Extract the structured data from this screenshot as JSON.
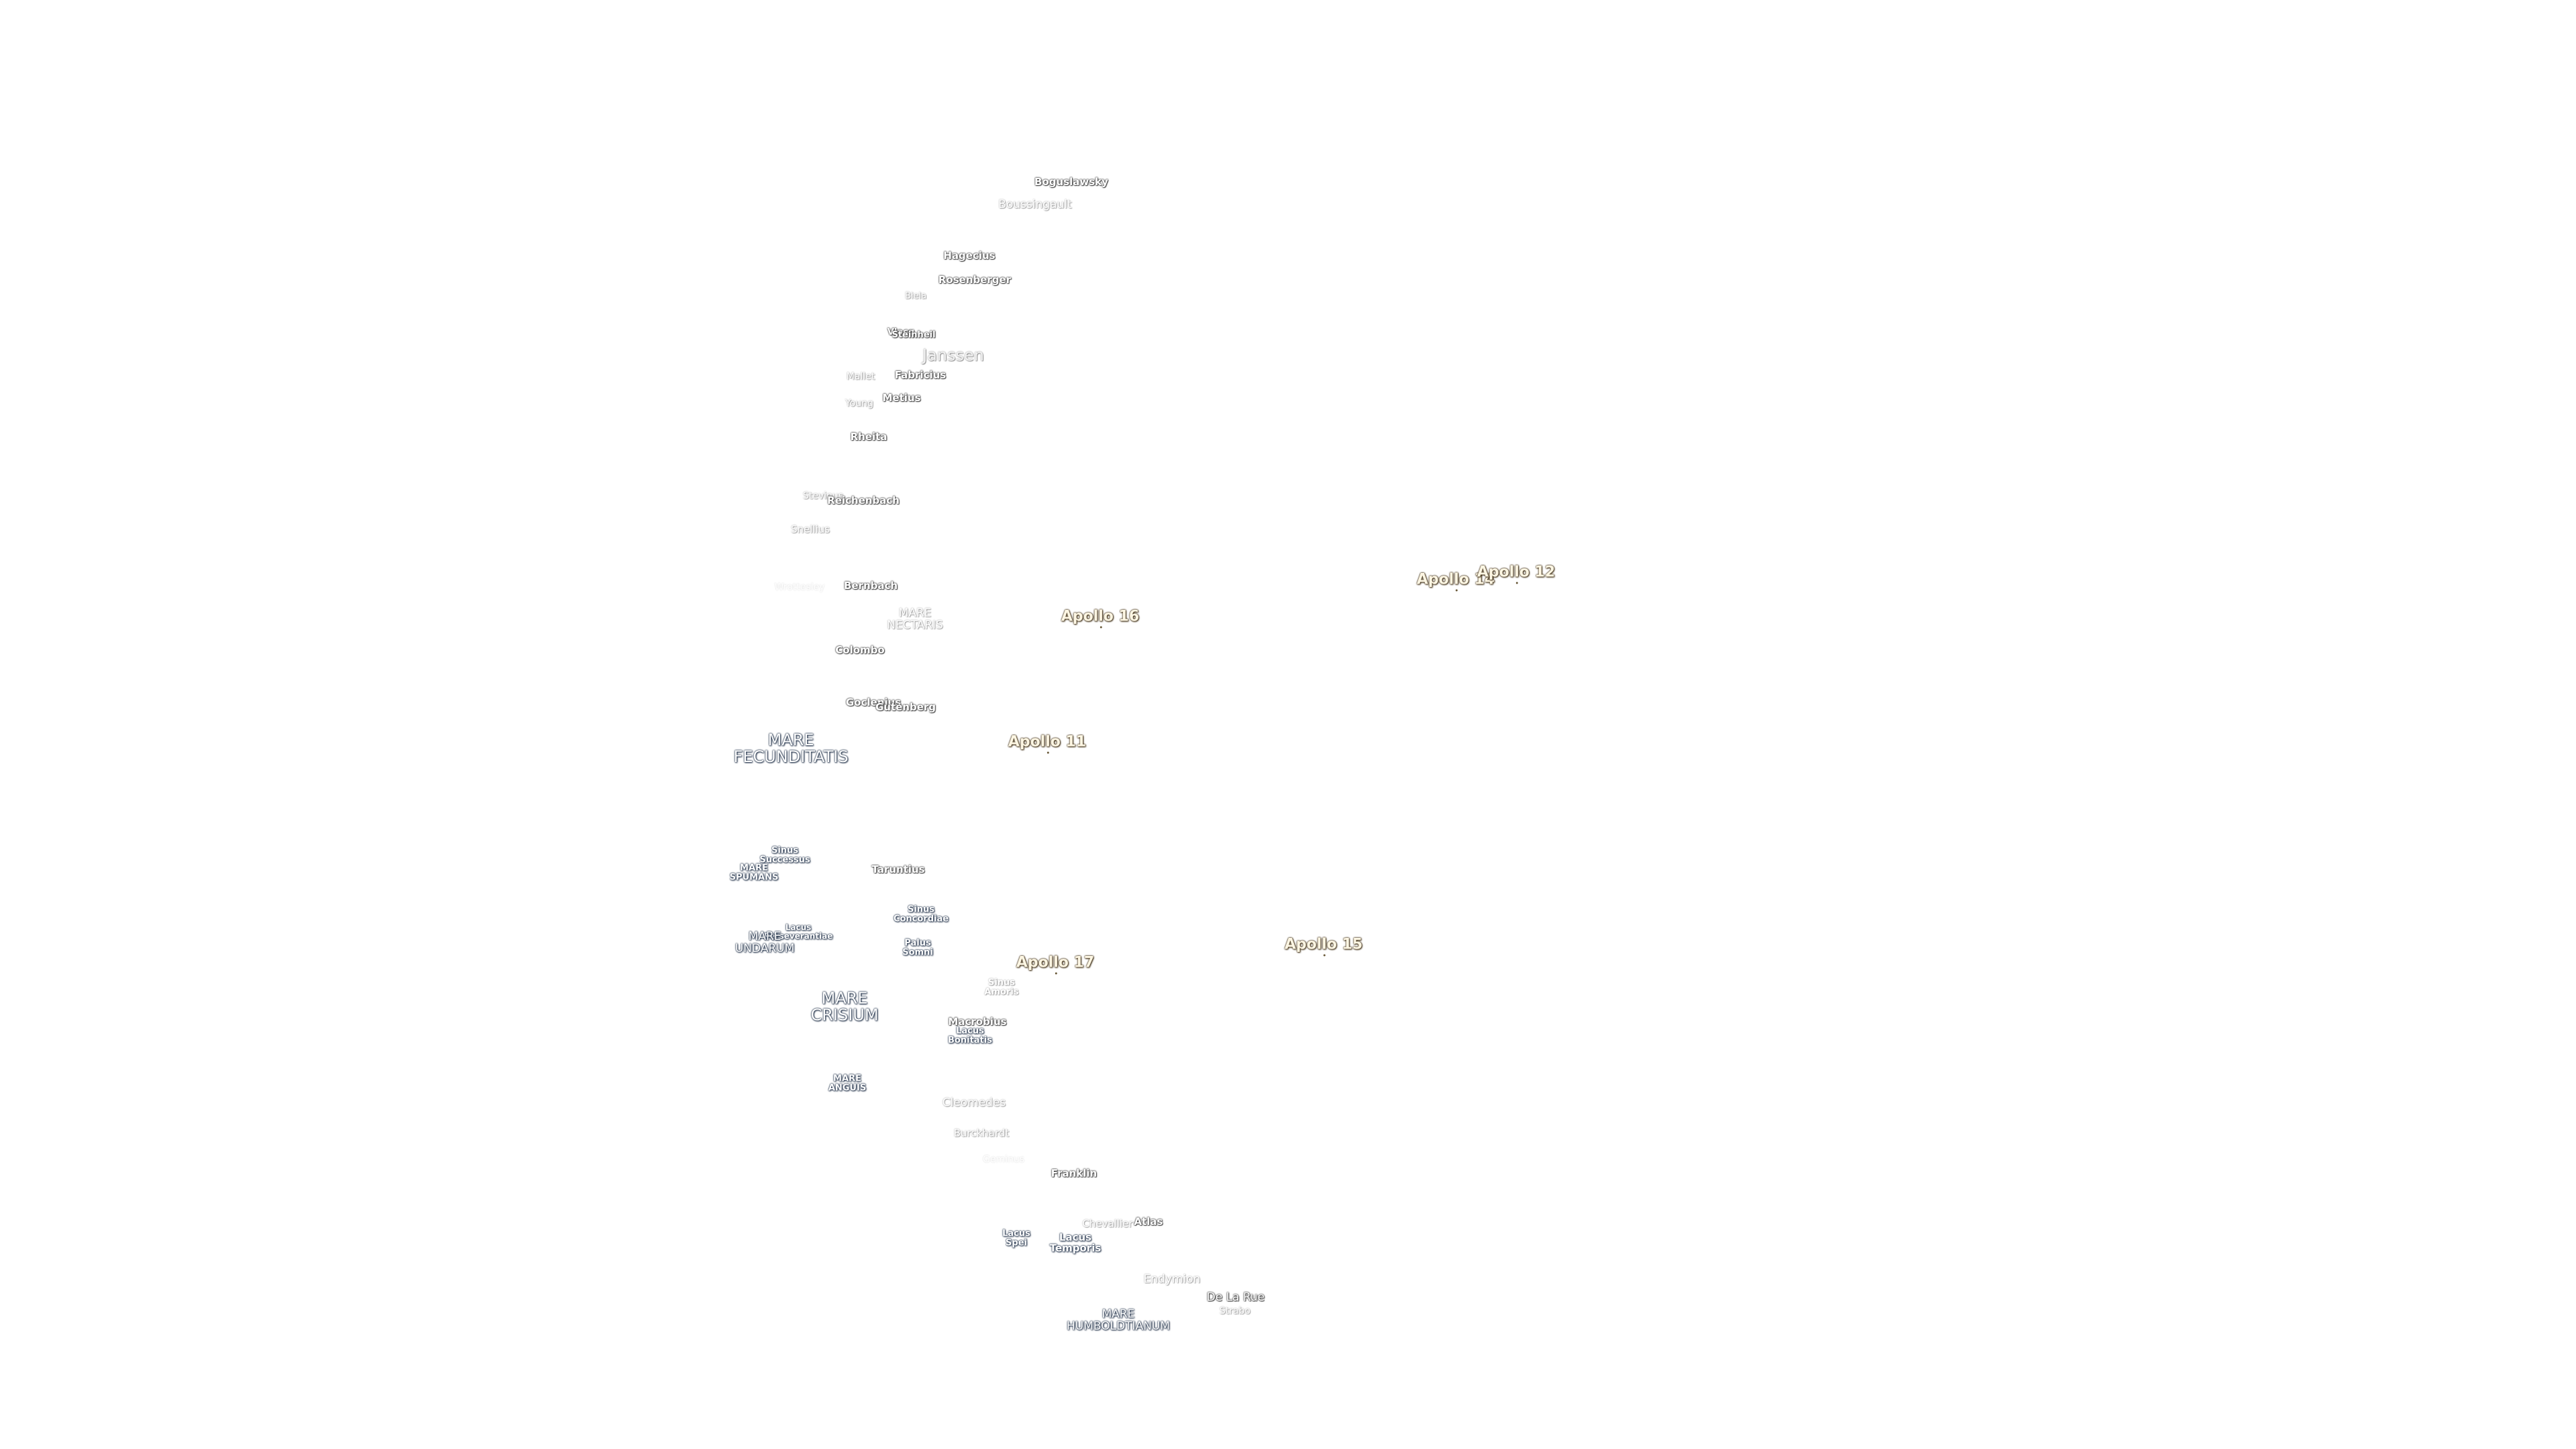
{
  "map": {
    "craters": [
      "Boguslawsky",
      "Boussingault",
      "Hagecius",
      "Rosenberger",
      "Biela",
      "Vlacq",
      "Steinheil",
      "Janssen",
      "Mallet",
      "Fabricius",
      "Young",
      "Metius",
      "Rheita",
      "Stevinus",
      "Reichenbach",
      "Snellius",
      "Wrottesley",
      "Bernbach",
      "Colombo",
      "Goclenius",
      "Gutenberg",
      "Taruntius",
      "Macrobius",
      "Cleomedes",
      "Burckhardt",
      "Geminus",
      "Franklin",
      "Chevallier",
      "Atlas",
      "Endymion",
      "De La Rue",
      "Strabo"
    ],
    "maria": [
      "MARE\nNECTARIS",
      "MARE\nFECUNDITATIS",
      "Sinus\nSuccessus",
      "MARE\nSPUMANS",
      "Sinus\nConcordiae",
      "Lacus\nPerseverantiae",
      "MARE\nUNDARUM",
      "Palus\nSomni",
      "Sinus\nAmoris",
      "MARE\nCRISIUM",
      "Lacus\nBonitatis",
      "MARE\nANGUIS",
      "Lacus\nSpei",
      "Lacus\nTemporis",
      "MARE\nHUMBOLDTIANUM"
    ],
    "apollo_sites": [
      "Apollo 14",
      "Apollo 12",
      "Apollo 16",
      "Apollo 11",
      "Apollo 17",
      "Apollo 15"
    ]
  }
}
